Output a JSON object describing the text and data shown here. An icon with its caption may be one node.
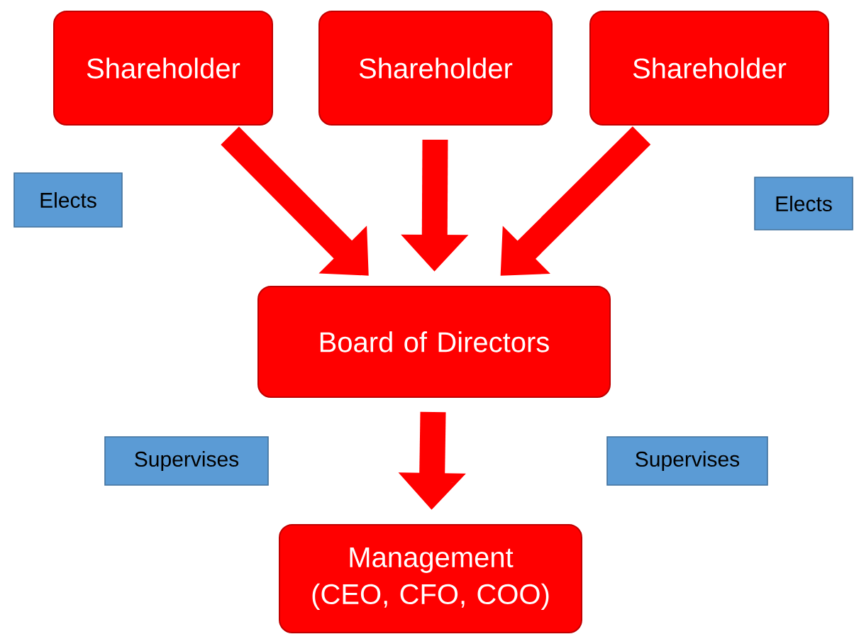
{
  "diagram": {
    "nodes": [
      {
        "text": [
          "Shareholder"
        ]
      },
      {
        "text": [
          "Shareholder"
        ]
      },
      {
        "text": [
          "Shareholder"
        ]
      },
      {
        "text": [
          "Board of Directors"
        ]
      },
      {
        "text": [
          "Management (CEO, CFO, COO)"
        ]
      },
      {
        "text": [
          "Elects"
        ]
      },
      {
        "text": [
          "Elects"
        ]
      },
      {
        "text": [
          "Supervises"
        ]
      },
      {
        "text": [
          "Supervises"
        ]
      }
    ],
    "edges": [
      {
        "from": 0,
        "to": 3,
        "arrow": "to"
      },
      {
        "from": 1,
        "to": 3,
        "arrow": "to"
      },
      {
        "from": 2,
        "to": 3,
        "arrow": "to"
      },
      {
        "from": 3,
        "to": 4,
        "arrow": "to"
      }
    ]
  }
}
